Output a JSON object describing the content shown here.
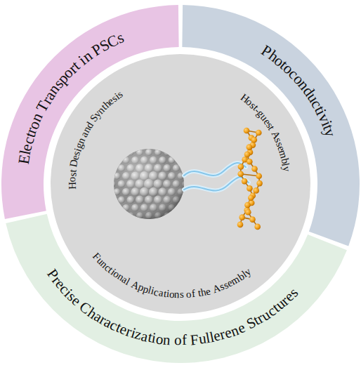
{
  "diagram": {
    "nodes": [
      {
        "text": [
          "Electron Transport in PSCs"
        ]
      },
      {
        "text": [
          "Photoconductivity"
        ]
      },
      {
        "text": [
          "Precise Characterization of Fullerene Structures"
        ]
      },
      {
        "text": [
          "Host Design and Synthesis",
          "Host-guest Assembly",
          "Functional Applications of the Assembly"
        ]
      }
    ]
  }
}
